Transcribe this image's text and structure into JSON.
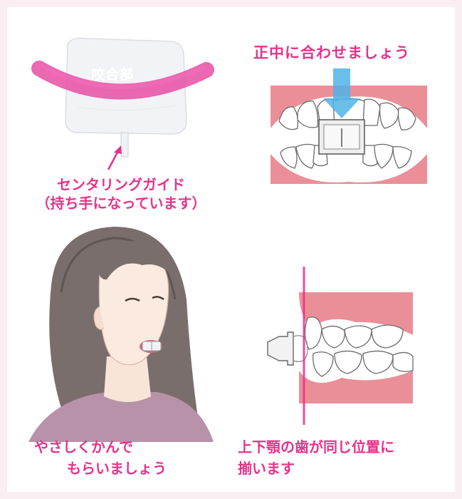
{
  "colors": {
    "accent": "#e8318a",
    "background": "#fbeef3",
    "gum": "#ea8f98",
    "arrow": "#4fb3e6"
  },
  "mouthpiece": {
    "bite_label": "咬合部",
    "guide_label_line1": "センタリングガイド",
    "guide_label_line2": "（持ち手になっています）"
  },
  "front_view": {
    "title": "正中に合わせましょう"
  },
  "woman": {
    "caption_line1": "やさしくかんで",
    "caption_line2": "もらいましょう"
  },
  "side_view": {
    "caption_line1": "上下顎の歯が同じ位置に",
    "caption_line2": "揃います"
  }
}
